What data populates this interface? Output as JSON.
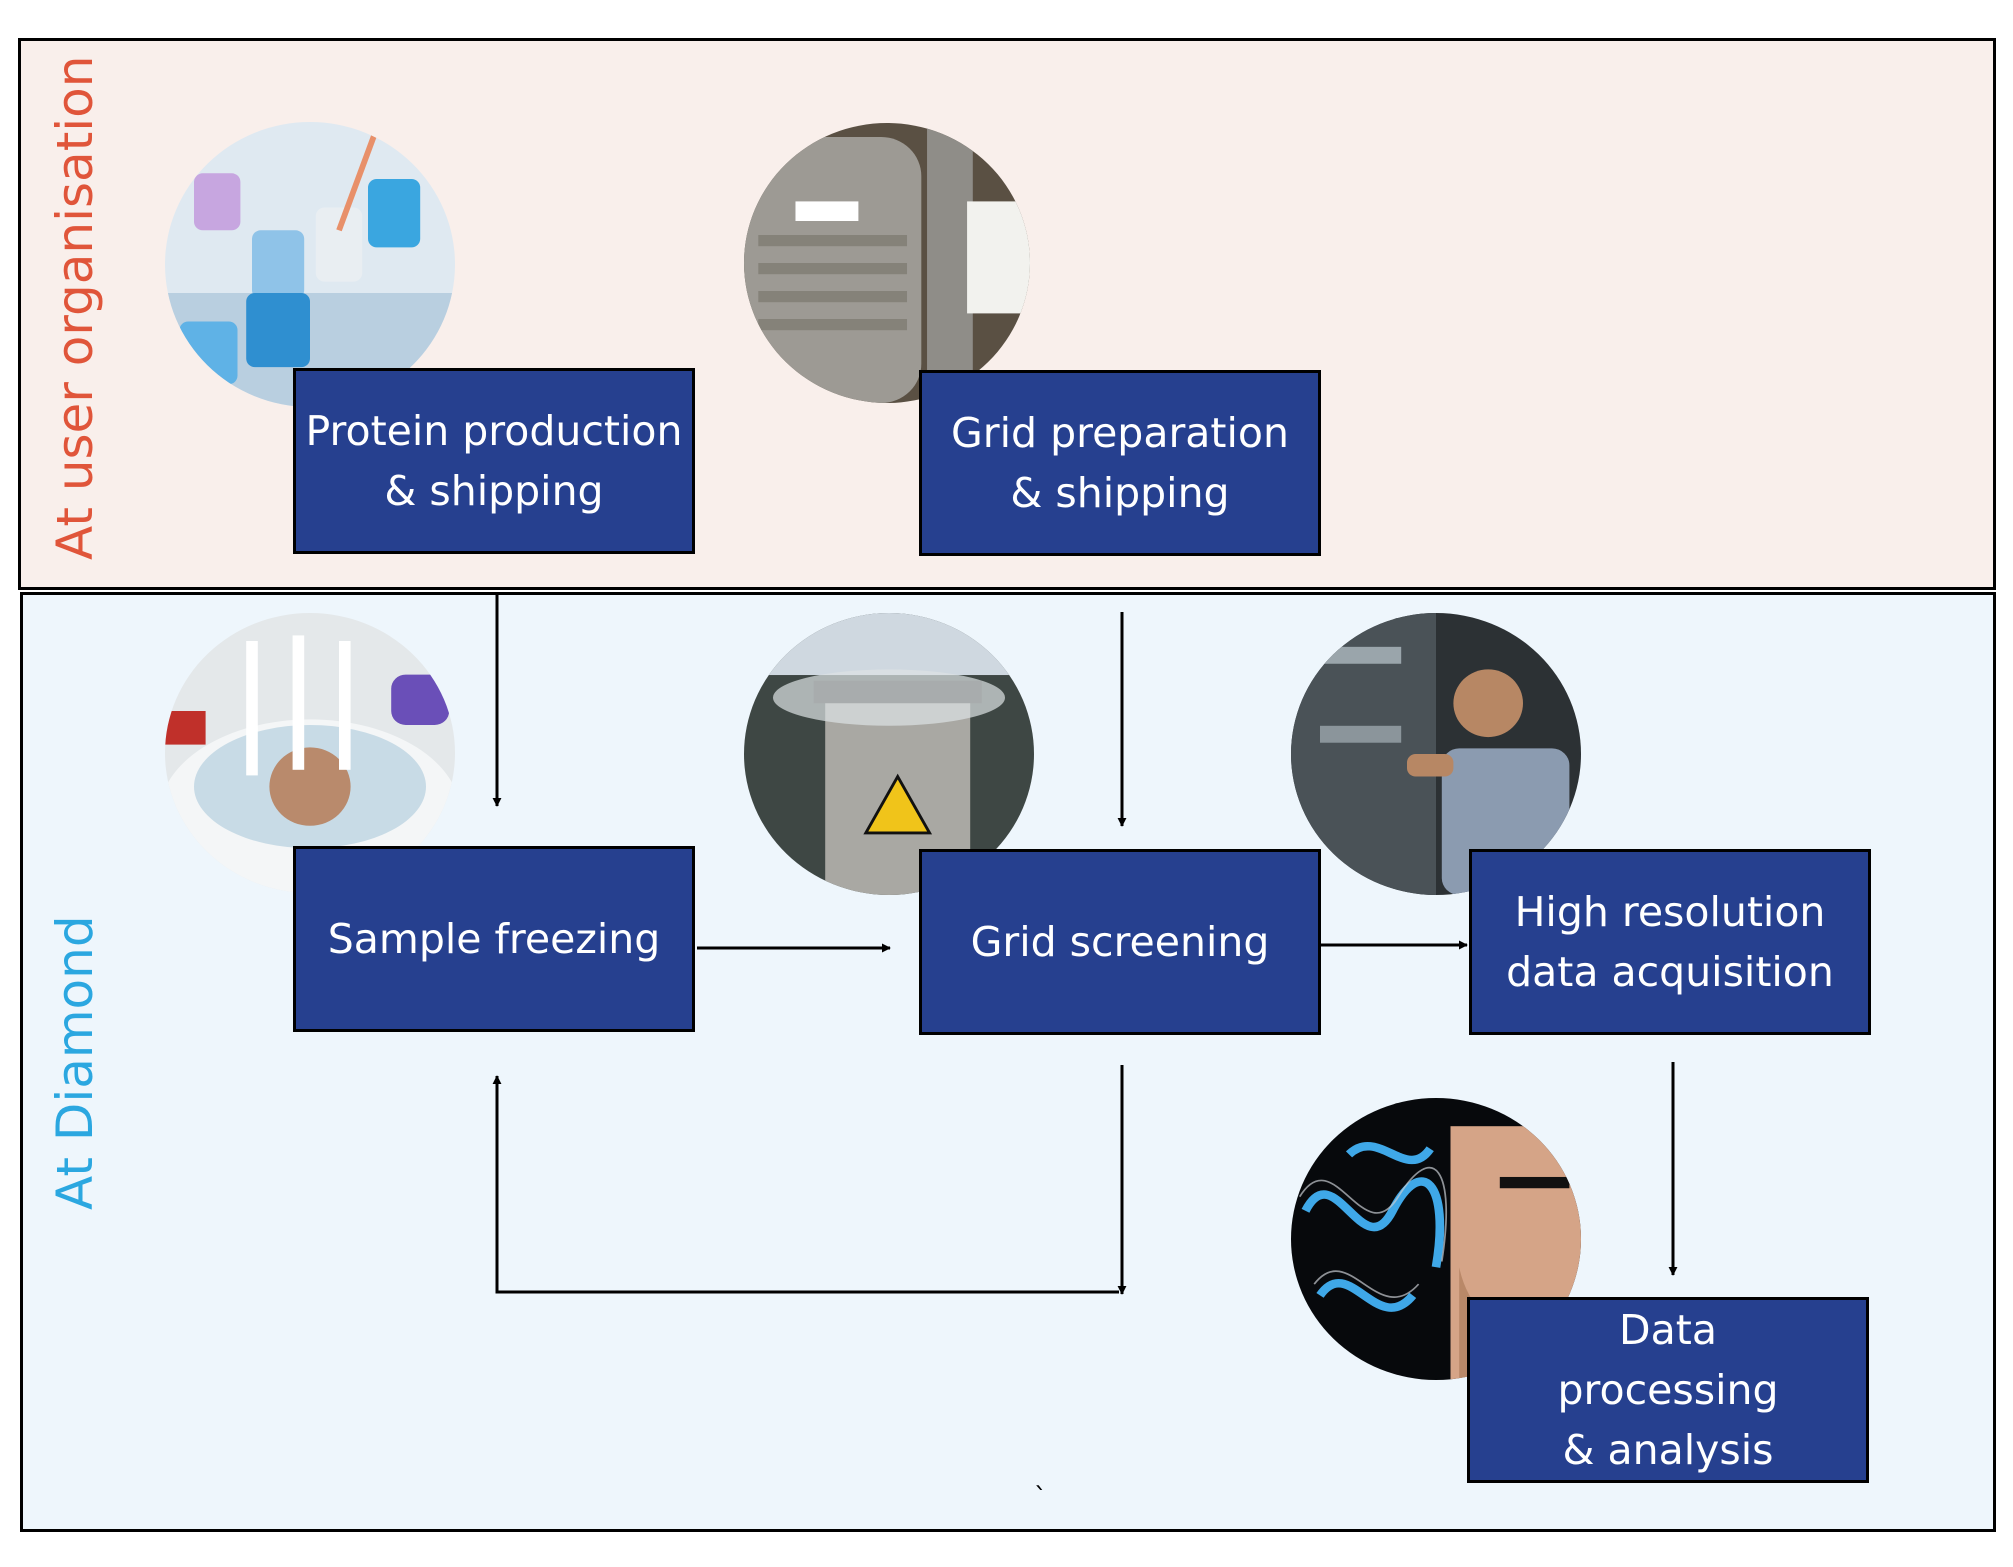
{
  "regions": {
    "user": "At user organisation",
    "diamond": "At Diamond"
  },
  "steps": {
    "protein": "Protein production\n& shipping",
    "grid_prep": "Grid preparation\n& shipping",
    "freezing": "Sample freezing",
    "screening": "Grid screening",
    "acquisition": "High resolution\ndata acquisition",
    "processing": "Data\nprocessing\n& analysis"
  },
  "photos": {
    "protein": "sample-tubes-photo",
    "grid_prep": "dewar-photo",
    "freezing": "grid-loading-photo",
    "screening": "cryo-dewar-photo",
    "acquisition": "microscope-scientist-photo",
    "processing": "density-map-photo"
  },
  "colors": {
    "box_fill": "#26408f",
    "user_region_bg": "#f9efeb",
    "diamond_region_bg": "#eef6fc",
    "user_label": "#e0553a",
    "diamond_label": "#2ba7e0"
  },
  "footnote_mark": "`"
}
